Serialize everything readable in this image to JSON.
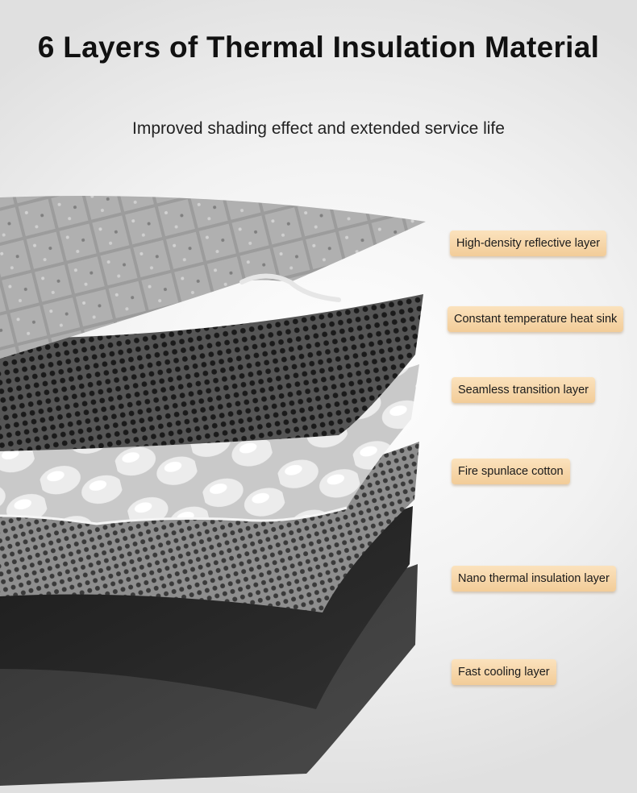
{
  "title": "6 Layers of Thermal Insulation Material",
  "subtitle": "Improved shading effect and extended service life",
  "layers": [
    {
      "label": "High-density reflective layer"
    },
    {
      "label": "Constant temperature heat sink"
    },
    {
      "label": "Seamless transition layer"
    },
    {
      "label": "Fire spunlace cotton"
    },
    {
      "label": "Nano thermal insulation layer"
    },
    {
      "label": "Fast cooling layer"
    }
  ],
  "colors": {
    "label_bg": "#f5d3a3",
    "reflective": "#9a9a9a",
    "heat_sink": "#4d4d4d",
    "transition": "#e8e8e8",
    "spunlace": "#7a7a7a",
    "nano": "#2b2b2b",
    "cooling": "#3e3e3e"
  }
}
